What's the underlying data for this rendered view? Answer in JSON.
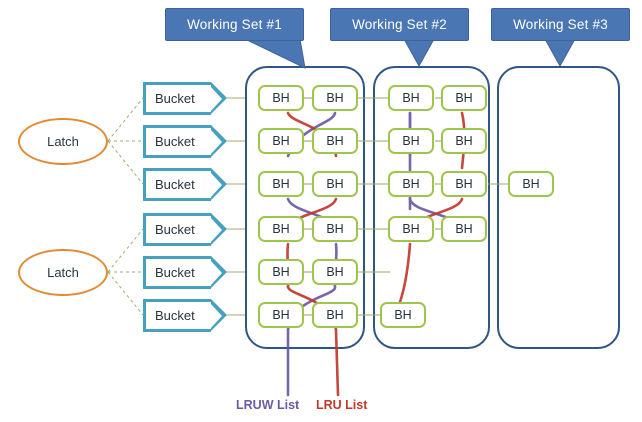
{
  "diagram": {
    "title_callouts": [
      {
        "label": "Working Set #1"
      },
      {
        "label": "Working Set #2"
      },
      {
        "label": "Working Set #3"
      }
    ],
    "latches": [
      {
        "label": "Latch"
      },
      {
        "label": "Latch"
      }
    ],
    "buckets": [
      {
        "label": "Bucket"
      },
      {
        "label": "Bucket"
      },
      {
        "label": "Bucket"
      },
      {
        "label": "Bucket"
      },
      {
        "label": "Bucket"
      },
      {
        "label": "Bucket"
      }
    ],
    "working_sets": [
      {
        "name": "Working Set #1",
        "nodes": [
          {
            "label": "BH"
          },
          {
            "label": "BH"
          },
          {
            "label": "BH"
          },
          {
            "label": "BH"
          },
          {
            "label": "BH"
          },
          {
            "label": "BH"
          },
          {
            "label": "BH"
          },
          {
            "label": "BH"
          },
          {
            "label": "BH"
          },
          {
            "label": "BH"
          },
          {
            "label": "BH"
          },
          {
            "label": "BH"
          }
        ]
      },
      {
        "name": "Working Set #2",
        "nodes": [
          {
            "label": "BH"
          },
          {
            "label": "BH"
          },
          {
            "label": "BH"
          },
          {
            "label": "BH"
          },
          {
            "label": "BH"
          },
          {
            "label": "BH"
          },
          {
            "label": "BH"
          },
          {
            "label": "BH"
          },
          {
            "label": "BH"
          }
        ]
      },
      {
        "name": "Working Set #3",
        "nodes": [
          {
            "label": "BH"
          }
        ]
      }
    ],
    "legend": [
      {
        "label": "LRUW List",
        "color": "#6B5BA5"
      },
      {
        "label": "LRU List",
        "color": "#C0392B"
      }
    ],
    "colors": {
      "callout_fill": "#4A77B4",
      "container_border": "#2E5583",
      "bh_border": "#9FC54D",
      "bucket_border": "#46A1BE",
      "latch_border": "#E08A33",
      "lruw_list": "#6B5BA5",
      "lru_list": "#C0392B",
      "hash_chain": "#9AA86A",
      "background": "#FFFFFF"
    }
  }
}
